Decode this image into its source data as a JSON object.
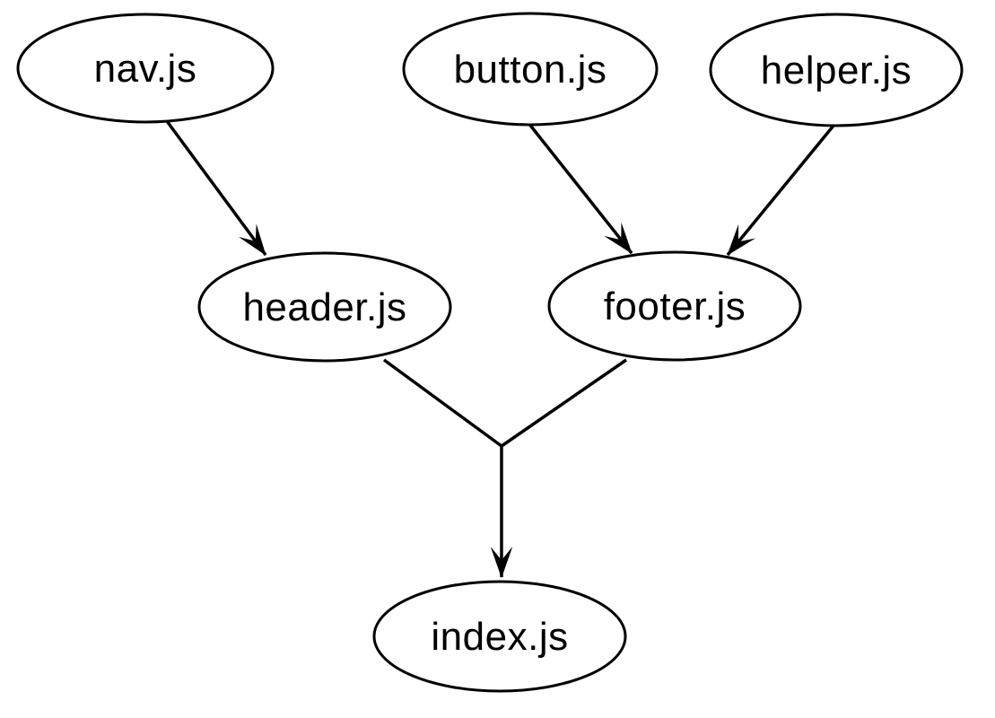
{
  "diagram": {
    "type": "directed-graph",
    "background_color": "#ffffff",
    "stroke_color": "#000000",
    "node_fill_color": "#ffffff",
    "nodes": [
      {
        "id": "nav",
        "label": "nav.js"
      },
      {
        "id": "button",
        "label": "button.js"
      },
      {
        "id": "helper",
        "label": "helper.js"
      },
      {
        "id": "header",
        "label": "header.js"
      },
      {
        "id": "footer",
        "label": "footer.js"
      },
      {
        "id": "index",
        "label": "index.js"
      }
    ],
    "edges": [
      {
        "from": "nav.js",
        "to": "header.js"
      },
      {
        "from": "button.js",
        "to": "footer.js"
      },
      {
        "from": "helper.js",
        "to": "footer.js"
      },
      {
        "from": "header.js",
        "to": "index.js"
      },
      {
        "from": "footer.js",
        "to": "index.js"
      }
    ]
  }
}
